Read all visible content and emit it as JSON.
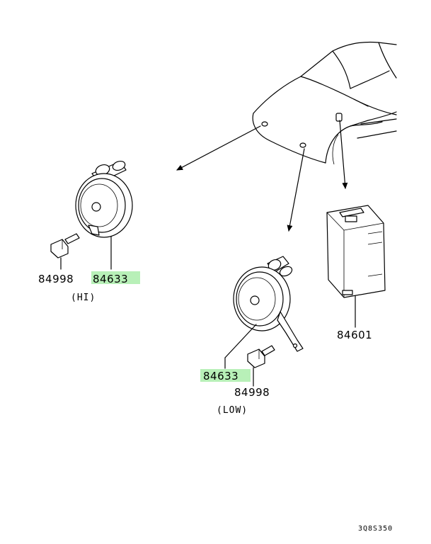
{
  "parts": {
    "horn_hi": {
      "part_no": "84633",
      "caption": "(HI)"
    },
    "horn_low": {
      "part_no": "84633",
      "caption": "(LOW)"
    },
    "bolt_hi": {
      "part_no": "84998"
    },
    "bolt_low": {
      "part_no": "84998"
    },
    "relay": {
      "part_no": "84601"
    }
  },
  "drawing_code": "3Q8S350",
  "colors": {
    "highlight": "#b8f0b8",
    "line": "#000000"
  }
}
